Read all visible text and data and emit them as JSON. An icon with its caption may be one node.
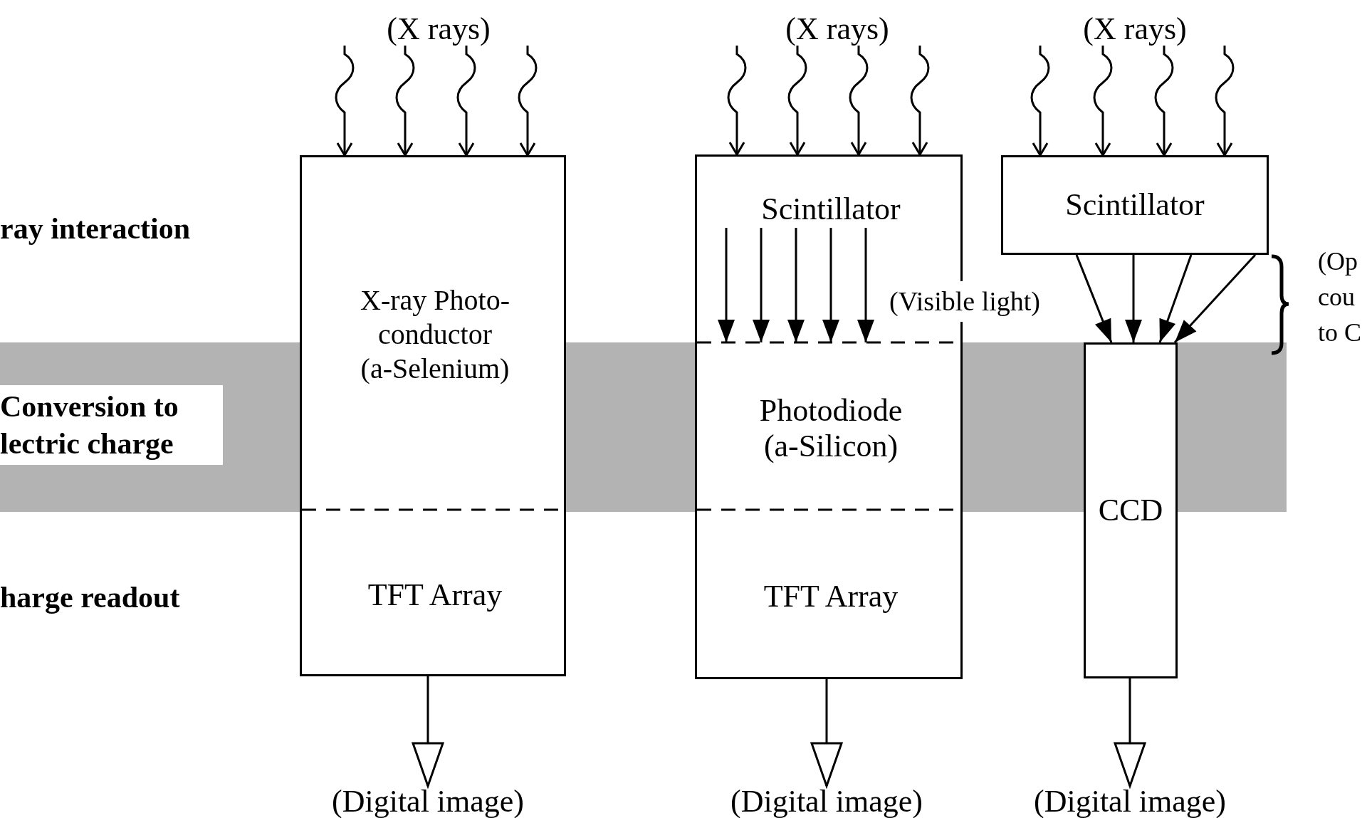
{
  "diagram": {
    "nodes": [
      {
        "text": [
          "(X rays)"
        ]
      },
      {
        "text": [
          "(X rays)"
        ]
      },
      {
        "text": [
          "(X rays)"
        ]
      },
      {
        "text": [],
        "shape": "box"
      },
      {
        "text": [
          "X-ray Photo- conductor (a-Selenium)"
        ],
        "in": 3
      },
      {
        "text": [
          "TFT Array"
        ],
        "in": 3
      },
      {
        "text": [],
        "shape": "box"
      },
      {
        "text": [
          "Scintillator"
        ],
        "in": 6
      },
      {
        "text": [
          "Photodiode (a-Silicon)"
        ],
        "in": 6
      },
      {
        "text": [
          "TFT Array"
        ],
        "in": 6
      },
      {
        "text": [
          "Scintillator"
        ]
      },
      {
        "text": [
          "CCD"
        ]
      },
      {
        "text": [
          "(Digital image)"
        ]
      },
      {
        "text": [
          "(Digital image)"
        ]
      },
      {
        "text": [
          "(Digital image)"
        ]
      }
    ],
    "edges": [
      {
        "from": 0,
        "to": 3,
        "arrow": "to"
      },
      {
        "from": 0,
        "to": 3,
        "arrow": "to"
      },
      {
        "from": 0,
        "to": 3,
        "arrow": "to"
      },
      {
        "from": 0,
        "to": 3,
        "arrow": "to"
      },
      {
        "from": 1,
        "to": 6,
        "arrow": "to"
      },
      {
        "from": 1,
        "to": 6,
        "arrow": "to"
      },
      {
        "from": 1,
        "to": 6,
        "arrow": "to"
      },
      {
        "from": 1,
        "to": 6,
        "arrow": "to"
      },
      {
        "from": 2,
        "to": 10,
        "arrow": "to"
      },
      {
        "from": 2,
        "to": 10,
        "arrow": "to"
      },
      {
        "from": 2,
        "to": 10,
        "arrow": "to"
      },
      {
        "from": 2,
        "to": 10,
        "arrow": "to"
      },
      {
        "from": 7,
        "to": 8,
        "arrow": "to"
      },
      {
        "from": 7,
        "to": 8,
        "arrow": "to"
      },
      {
        "from": 7,
        "to": 8,
        "arrow": "to"
      },
      {
        "from": 7,
        "to": 8,
        "arrow": "to"
      },
      {
        "from": 7,
        "to": 8,
        "arrow": "to"
      },
      {
        "from": 10,
        "to": 11,
        "arrow": "to"
      },
      {
        "from": 10,
        "to": 11,
        "arrow": "to"
      },
      {
        "from": 10,
        "to": 11,
        "arrow": "to"
      },
      {
        "from": 10,
        "to": 11,
        "arrow": "to"
      },
      {
        "from": 3,
        "to": 12,
        "arrow": "to"
      },
      {
        "from": 6,
        "to": 13,
        "arrow": "to"
      },
      {
        "from": 11,
        "to": 14,
        "arrow": "to"
      }
    ],
    "labels": [
      "ray interaction",
      "Conversion to lectric charge",
      "harge readout",
      "(Visible light)",
      "(Op cou to C"
    ]
  }
}
